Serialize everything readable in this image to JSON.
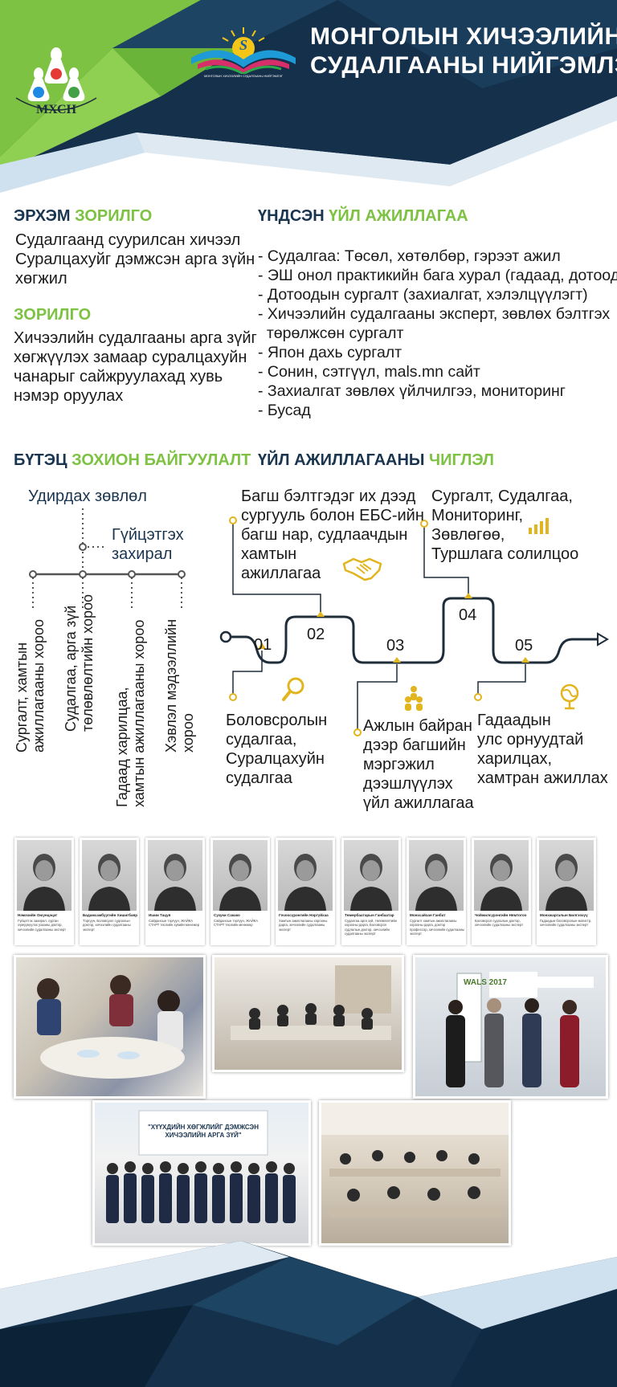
{
  "header": {
    "title_line1": "МОНГОЛЫН ХИЧЭЭЛИЙН",
    "title_line2": "СУДАЛГААНЫ НИЙГЭМЛЭГ",
    "logo_left_text": "МХСН",
    "logo_center_letter": "S",
    "logo_center_caption": "МОНГОЛЫН ХИЧЭЭЛИЙН СУДАЛГААНЫ НИЙГЭМЛЭГ"
  },
  "mission": {
    "heading_dark": "ЭРХЭМ",
    "heading_green": "ЗОРИЛГО",
    "lines": [
      "Судалгаанд суурилсан хичээл",
      "Суралцахуйг дэмжсэн арга зүйн",
      "хөгжил"
    ]
  },
  "goal": {
    "heading_green": "ЗОРИЛГО",
    "lines": [
      "Хичээлийн судалгааны арга зүйг",
      "хөгжүүлэх замаар суралцахуйн",
      "чанарыг сайжруулахад хувь",
      "нэмэр оруулах"
    ]
  },
  "activities": {
    "heading_dark": "ҮНДСЭН",
    "heading_green": "ҮЙЛ АЖИЛЛАГАА",
    "items": [
      [
        "- Судалгаа: Төсөл, хөтөлбөр, гэрээт ажил"
      ],
      [
        "- ЭШ онол практикийн бага хурал (гадаад, дотоод)"
      ],
      [
        "- Дотоодын сургалт (захиалгат, хэлэлцүүлэгт)"
      ],
      [
        "- Хичээлийн судалгааны эксперт, зөвлөх бэлтгэх",
        "  төрөлжсөн сургалт"
      ],
      [
        "- Япон дахь сургалт"
      ],
      [
        "- Сонин, сэтгүүл, mals.mn сайт"
      ],
      [
        "- Захиалгат зөвлөх үйлчилгээ, мониторинг"
      ],
      [
        "- Бусад"
      ]
    ]
  },
  "structure": {
    "heading_dark": "БҮТЭЦ",
    "heading_green": "ЗОХИОН БАЙГУУЛАЛТ",
    "board": "Удирдах зөвлөл",
    "director_line1": "Гүйцэтгэх",
    "director_line2": "захирал",
    "committees": [
      [
        "Сургалт, хамтын",
        "ажиллагааны хороо"
      ],
      [
        "Судалгаа, арга зүй",
        "төлөвлөлтийн хороо"
      ],
      [
        "Гадаад харилцаа,",
        "хамтын ажиллагааны хороо"
      ],
      [
        "Хэвлэл мэдээллийн",
        "хороо"
      ]
    ]
  },
  "directions": {
    "heading_dark": "ҮЙЛ АЖИЛЛАГААНЫ",
    "heading_green": "ЧИГЛЭЛ",
    "steps": [
      {
        "num": "01",
        "lines": [
          "Боловсролын",
          "судалгаа,",
          "Суралцахуйн",
          "судалгаа"
        ],
        "icon": "magnifier-icon"
      },
      {
        "num": "02",
        "lines": [
          "Багш бэлтгэдэг их дээд",
          "сургууль болон ЕБС-ийн",
          "багш нар, судлаачдын",
          "хамтын",
          "ажиллагаа"
        ],
        "icon": "handshake-icon"
      },
      {
        "num": "03",
        "lines": [
          "Ажлын байран",
          "дээр багшийн",
          "мэргэжил",
          "дээшлүүлэх",
          "үйл ажиллагаа"
        ],
        "icon": "people-icon"
      },
      {
        "num": "04",
        "lines": [
          "Сургалт, Судалгаа,",
          "Мониторинг,",
          "Зөвлөгөө,",
          "Туршлага солилцоо"
        ],
        "icon": "bar-chart-icon"
      },
      {
        "num": "05",
        "lines": [
          "Гадаадын",
          "улс орнуудтай",
          "харилцах,",
          "хамтран ажиллах"
        ],
        "icon": "globe-icon"
      }
    ]
  },
  "people": [
    {
      "name": "Нэмэхийн Оюунцэцэг",
      "role": "Гүйцэтгэх захирал, сурган хүмүүжүүлэх ухааны доктор, хичээлийн судалгааны эксперт"
    },
    {
      "name": "Бадамсамбуугийн Хишигбаяр",
      "role": "Тэргүүн, Боловсрол судлалын доктор, хичээлийн судалгааны эксперт"
    },
    {
      "name": "Ишии Тацуя",
      "role": "Сайдансын тэргүүн, ЖАЙКА СТАРТ төслийн хувийн менежер"
    },
    {
      "name": "Сузуки Сакако",
      "role": "Сайдансын тэргүүн, ЖАЙКА СТАРТ төслийн менежер"
    },
    {
      "name": "Гочоосүрэнгийн Нэргүйхаа",
      "role": "Хамтын ажиллагааны хорооны дарга, хичээлийн судалгааны эксперт"
    },
    {
      "name": "Төмөрбаатарын Ганбаатар",
      "role": "Судалгаа арга зүй, төлөвлөлтийн хорооны дарга, Боловсрол судлалын доктор, хичээлийн судалгааны эксперт"
    },
    {
      "name": "Монхсайхан Ганбат",
      "role": "Сургалт хамтын ажиллагааны хорооны дарга, доктор профессор, хичээлийн судалгааны эксперт"
    },
    {
      "name": "Чойжилсүрэнгийн Нямтогоо",
      "role": "Боловсрол судлалын доктор, хичээлийн судалгааны эксперт"
    },
    {
      "name": "Монхжаргалын Билгээхүү",
      "role": "Гадаадын боловсролын магистр, хичээлийн судалгааны эксперт"
    }
  ],
  "photos": {
    "wals_sign": "WALS 2017",
    "banner": "\"ХҮҮХДИЙН ХӨГЖЛИЙГ ДЭМЖСЭН ХИЧЭЭЛИЙН АРГА ЗҮЙ\""
  },
  "colors": {
    "navy": "#14304a",
    "navy_dark": "#0c2236",
    "green": "#7dc242",
    "line_dark": "#1f2d3a",
    "step_marker": "#e2b51e"
  }
}
